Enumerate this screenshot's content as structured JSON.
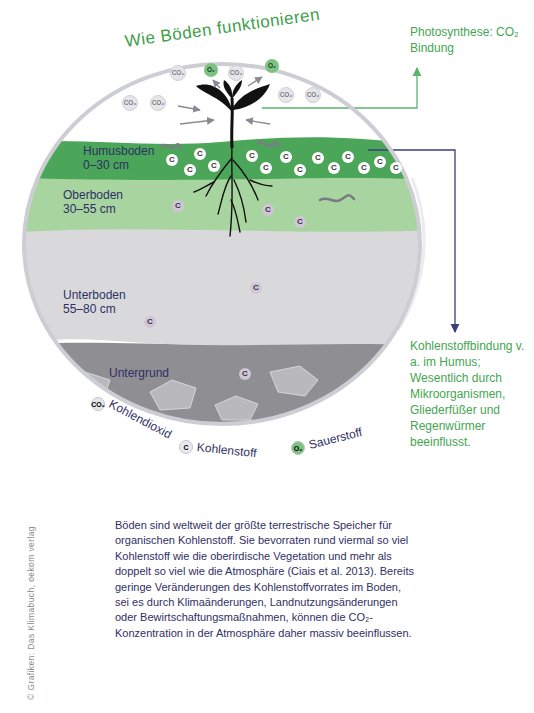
{
  "diagram": {
    "title": "Wie Böden funktionieren",
    "caption": "Böden sind weltweit der größte terrestrische Speicher für organischen Kohlenstoff. Sie bevorraten rund viermal so viel Kohlenstoff wie die oberirdische Vegetation und mehr als doppelt so viel wie die Atmosphäre (Ciais et al. 2013). Bereits geringe Veränderungen des Kohlenstoffvorrates im Boden, sei es durch Klimaänderungen, Landnutzungsänderungen oder Bewirtschaftungsmaßnahmen, können die CO₂-Konzentration in der Atmosphäre daher massiv beeinflussen.",
    "nodes": [
      {
        "text": [
          "Wie Böden funktionieren"
        ]
      },
      {
        "text": [
          "Humusboden 0–30 cm"
        ],
        "in": 0
      },
      {
        "text": [
          "Oberboden 30–55 cm"
        ],
        "in": 0
      },
      {
        "text": [
          "Unterboden 55–80 cm"
        ],
        "in": 0
      },
      {
        "text": [
          "Untergrund"
        ],
        "in": 0
      }
    ],
    "labels": [
      "Photosynthese: CO₂ Bindung",
      "Kohlenstoffbindung v. a. im Humus; Wesentlich durch Mikroorganismen, Gliederfüßer und Regenwürmer beeinflusst.",
      "© Grafiken: Das Klimabuch, oekom verlag",
      "O₂",
      "O₂",
      "CO₂",
      "CO₂",
      "CO₂",
      "CO₂",
      "CO₂",
      "CO₂",
      "C",
      "C",
      "C",
      "C",
      "C",
      "C",
      "C",
      "C",
      "C",
      "C",
      "C",
      "C",
      "C",
      "C",
      "C",
      "C",
      "C",
      "C",
      "C",
      "C",
      "CO₂",
      "C",
      "O₂"
    ],
    "legend": [
      {
        "text": "Kohlendioxid",
        "color": "#e6e6ea"
      },
      {
        "text": "Kohlenstoff",
        "color": "#ebe8ee"
      },
      {
        "text": "Sauerstoff",
        "color": "#7cc383"
      }
    ]
  }
}
